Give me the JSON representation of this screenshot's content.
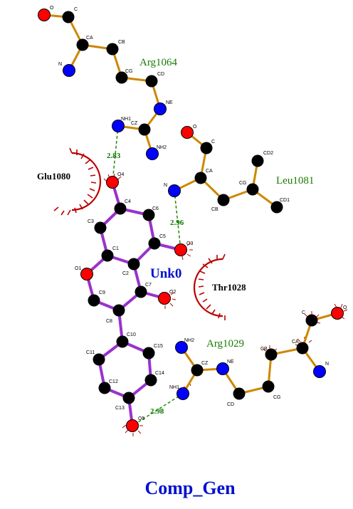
{
  "title": "Comp_Gen",
  "ligand": {
    "name": "Unk0"
  },
  "residues": {
    "arg1064": "Arg1064",
    "leu1081": "Leu1081",
    "arg1029": "Arg1029"
  },
  "hydrophobic": {
    "glu1080": "Glu1080",
    "thr1028": "Thr1028"
  },
  "hbonds": {
    "hb1": "2.83",
    "hb2": "2.96",
    "hb3": "2.98"
  },
  "atoms": {
    "arg1064": {
      "O": "O",
      "C": "C",
      "CA": "CA",
      "CB": "CB",
      "N": "N",
      "CG": "CG",
      "CD": "CD",
      "NE": "NE",
      "NH1": "NH1",
      "CZ": "CZ",
      "NH2": "NH2"
    },
    "leu1081": {
      "O": "O",
      "C": "C",
      "CA": "CA",
      "N": "N",
      "CB": "CB",
      "CG": "CG",
      "CD1": "CD1",
      "CD2": "CD2"
    },
    "arg1029": {
      "NH2": "NH2",
      "CZ": "CZ",
      "NE": "NE",
      "NH1": "NH1",
      "CD": "CD",
      "CG": "CG",
      "CB": "CB",
      "CA": "CA",
      "C": "C",
      "O": "O",
      "N": "N"
    },
    "ligand": {
      "O4": "O4",
      "C4": "C4",
      "C3": "C3",
      "C6": "C6",
      "C5": "C5",
      "O3": "O3",
      "C1": "C1",
      "C2": "C2",
      "O1": "O1",
      "C9": "C9",
      "C7": "C7",
      "O2": "O2",
      "C8": "C8",
      "C10": "C10",
      "C11": "C11",
      "C15": "C15",
      "C12": "C12",
      "C14": "C14",
      "C13": "C13",
      "O5": "O5"
    }
  },
  "colors": {
    "carbon": "#000000",
    "oxygen": "#ff0000",
    "nitrogen": "#0000ff",
    "ligand_bond": "#9933cc",
    "residue_bond": "#cc8800",
    "hbond": "#228800",
    "residue_label": "#1a7a00",
    "hydrophobic_arc": "#bb0000"
  }
}
